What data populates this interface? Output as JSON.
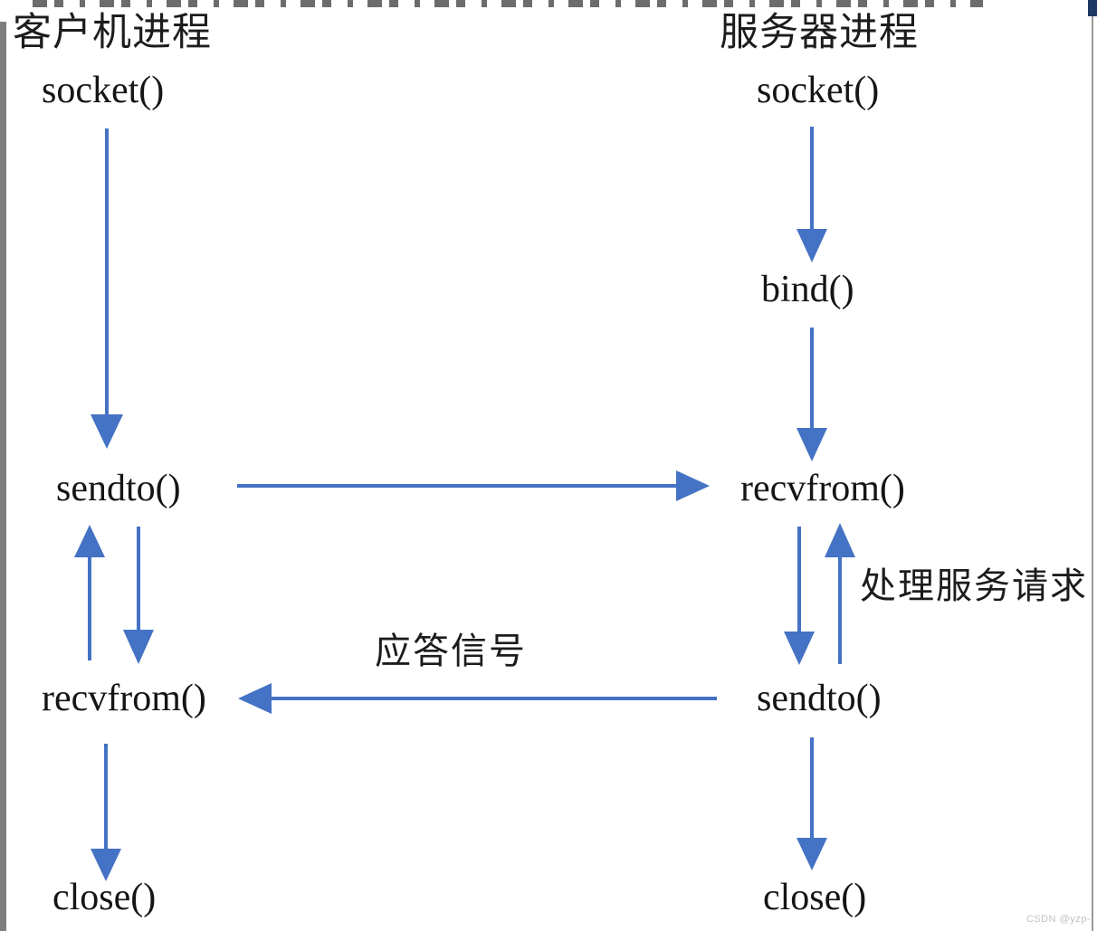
{
  "page": {
    "watermark": "CSDN @yzp-",
    "clipped_top_text": "(partially cut-off title line, illegible)"
  },
  "diagram": {
    "client": {
      "title": "客户机进程",
      "nodes": {
        "socket": "socket()",
        "sendto": "sendto()",
        "recvfrom": "recvfrom()",
        "close": "close()"
      }
    },
    "server": {
      "title": "服务器进程",
      "nodes": {
        "socket": "socket()",
        "bind": "bind()",
        "recvfrom": "recvfrom()",
        "sendto": "sendto()",
        "close": "close()"
      }
    },
    "annotations": {
      "reply_signal": "应答信号",
      "handle_request": "处理服务请求"
    },
    "colors": {
      "arrow": "#4472C4",
      "text": "#1c1c1c",
      "watermark": "#c2c2c2"
    }
  }
}
